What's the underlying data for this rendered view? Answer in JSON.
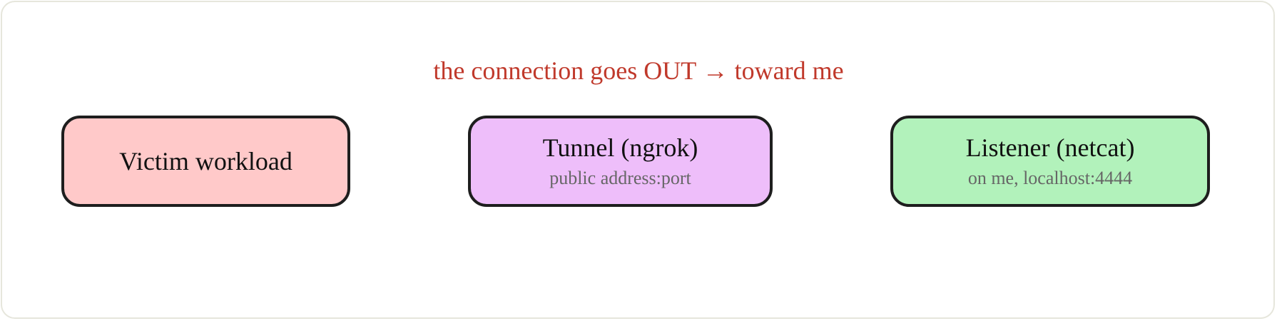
{
  "diagram": {
    "caption": "the connection goes OUT → toward me",
    "colors": {
      "caption": "#c0392b",
      "border": "#1e1e1e",
      "frame_border": "#e6e6dc",
      "subtitle": "#666666"
    },
    "nodes": [
      {
        "title": "Victim workload",
        "subtitle": "",
        "fill": "#ffc9c9"
      },
      {
        "title": "Tunnel (ngrok)",
        "subtitle": "public address:port",
        "fill": "#eebefa"
      },
      {
        "title": "Listener (netcat)",
        "subtitle": "on me, localhost:4444",
        "fill": "#b2f2bb"
      }
    ]
  }
}
